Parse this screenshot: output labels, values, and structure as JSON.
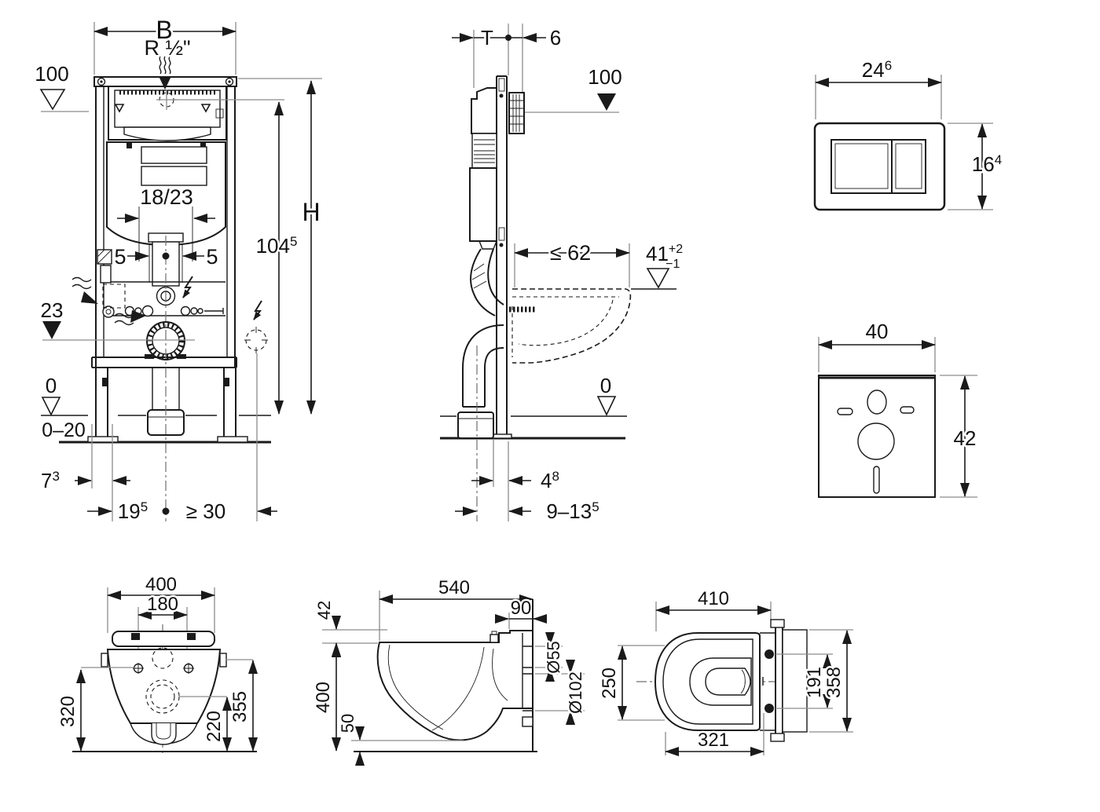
{
  "colors": {
    "line": "#1a1a1a",
    "extension_lines": "#8c8c8c",
    "background": "#ffffff"
  },
  "front": {
    "b": "B",
    "r_conn": "R ½\"",
    "level_top": "100",
    "tank_width": "18/23",
    "offset_left": "5",
    "offset_right": "5",
    "height_h": "H",
    "height_conn": {
      "main": "104",
      "sup": "5"
    },
    "drain_level": "23",
    "floor_zero": "0",
    "floor_range": "0–20",
    "supply_offset": {
      "main": "7",
      "sup": "3"
    },
    "center_offset": {
      "main": "19",
      "sup": "5"
    },
    "outlet_min": "≥ 30"
  },
  "side": {
    "depth_t": "T",
    "wall_max": "6",
    "level_plate": "100",
    "bowl_depth_max": "≤ 62",
    "bowl_level": {
      "main": "41",
      "tol_plus": "+2",
      "tol_minus": "−1"
    },
    "floor_zero": "0",
    "drain_offset": {
      "main": "4",
      "sup": "8"
    },
    "drain_range": {
      "main": "9–13",
      "sup": "5"
    }
  },
  "plate": {
    "width": {
      "main": "24",
      "sup": "6"
    },
    "height": {
      "main": "16",
      "sup": "4"
    }
  },
  "pad": {
    "width": "40",
    "height": "42"
  },
  "wc_front": {
    "width": "400",
    "bolt_spacing": "180",
    "height_left": "320",
    "height_right": "355",
    "height_inner": "220"
  },
  "wc_side": {
    "depth": "540",
    "rear_shelf": "90",
    "seat_step": "42",
    "rim_height": "400",
    "clearance": "50",
    "inlet_dia": "Ø55",
    "outlet_dia": "Ø102"
  },
  "wc_top": {
    "depth": "410",
    "bowl_width": "250",
    "bolt_spacing": "191",
    "total_width": "358",
    "fixing_depth": "321"
  }
}
